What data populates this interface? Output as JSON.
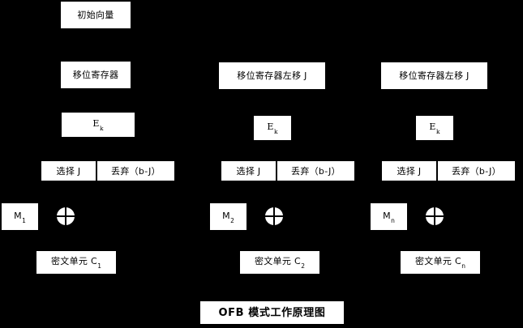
{
  "diagram": {
    "title": "OFB 模式工作原理图",
    "background_color": "#000000",
    "box_color": "#ffffff",
    "text_color": "#000000",
    "type": "block-diagram",
    "stages": [
      {
        "id": "stage-1",
        "iv_label": "初始向量",
        "register_label": "移位寄存器",
        "cipher_label_base": "E",
        "cipher_label_sub": "k",
        "select_label": "选择 J",
        "discard_label": "丢弃（b-J）",
        "plaintext_base": "M",
        "plaintext_sub": "1",
        "xor_symbol": "xor-operator",
        "ciphertext_label": "密文单元 C",
        "ciphertext_sub": "1"
      },
      {
        "id": "stage-2",
        "register_label": "移位寄存器左移 J",
        "cipher_label_base": "E",
        "cipher_label_sub": "k",
        "select_label": "选择 J",
        "discard_label": "丢弃（b-J）",
        "plaintext_base": "M",
        "plaintext_sub": "2",
        "xor_symbol": "xor-operator",
        "ciphertext_label": "密文单元 C",
        "ciphertext_sub": "2"
      },
      {
        "id": "stage-n",
        "register_label": "移位寄存器左移 J",
        "cipher_label_base": "E",
        "cipher_label_sub": "k",
        "select_label": "选择 J",
        "discard_label": "丢弃（b-J）",
        "plaintext_base": "M",
        "plaintext_sub": "n",
        "xor_symbol": "xor-operator",
        "ciphertext_label": "密文单元 C",
        "ciphertext_sub": "n"
      }
    ]
  }
}
